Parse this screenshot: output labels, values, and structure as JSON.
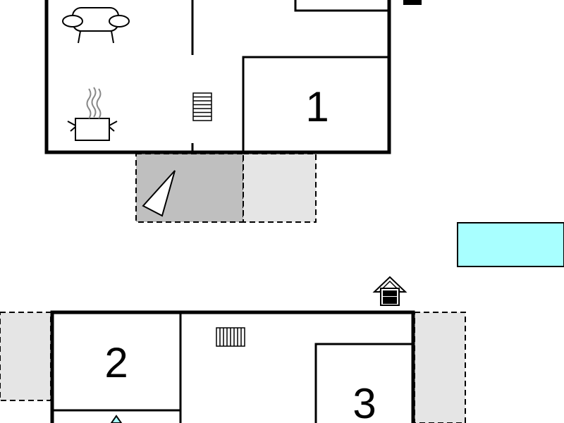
{
  "plan": {
    "colors": {
      "wall": "#000000",
      "terrace_dark": "#bfbfbf",
      "terrace_light": "#e5e5e5",
      "pool": "#a8ffff"
    },
    "rooms": [
      {
        "label": "1",
        "type": "bedroom"
      },
      {
        "label": "2",
        "type": "bedroom"
      },
      {
        "label": "3",
        "type": "bedroom"
      }
    ],
    "features": [
      {
        "name": "pool",
        "type": "swimming-pool"
      },
      {
        "name": "terrace-covered",
        "type": "terrace"
      },
      {
        "name": "terrace-open",
        "type": "terrace"
      }
    ],
    "icons": [
      "sofa-icon",
      "cooking-pot-icon",
      "stairs-icon",
      "sun-lounger-icon",
      "house-icon",
      "radiator-icon"
    ]
  }
}
